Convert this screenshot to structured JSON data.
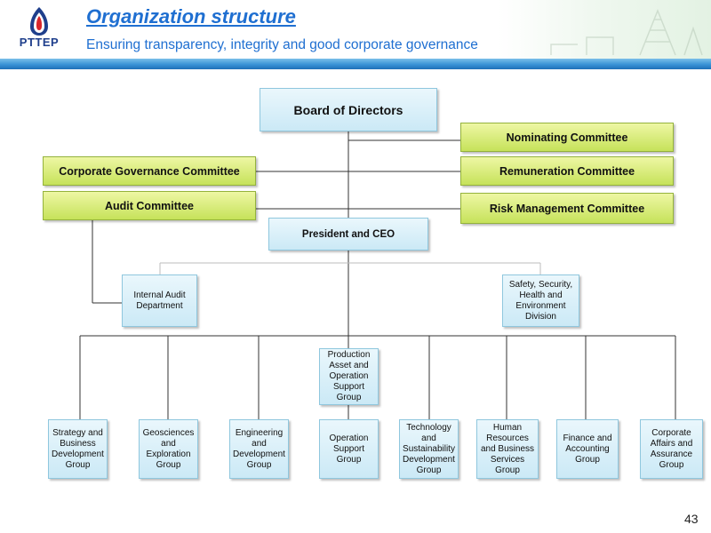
{
  "header": {
    "logo_text": "PTTEP",
    "title": "Organization structure",
    "subtitle": "Ensuring transparency, integrity and good corporate governance"
  },
  "org": {
    "board": "Board of Directors",
    "nominating": "Nominating Committee",
    "remuneration": "Remuneration Committee",
    "risk": "Risk Management Committee",
    "governance": "Corporate Governance Committee",
    "audit": "Audit Committee",
    "ceo": "President and CEO",
    "internal_audit": "Internal Audit Department",
    "safety": "Safety, Security, Health and Environment Division",
    "production": "Production Asset and Operation Support Group",
    "groups": {
      "strategy": "Strategy and Business Development Group",
      "geosciences": "Geosciences and Exploration Group",
      "engineering": "Engineering and Development Group",
      "operation": "Operation Support Group",
      "technology": "Technology and Sustainability Development Group",
      "hr": "Human Resources and Business Services Group",
      "finance": "Finance and Accounting Group",
      "corporate": "Corporate Affairs and Assurance Group"
    }
  },
  "page_number": "43",
  "colors": {
    "title_blue": "#1f6fd1",
    "committee_green": "#c6e25a",
    "unit_blue": "#cbe9f6",
    "logo_blue": "#1f3f8c",
    "logo_red": "#d9262b"
  }
}
